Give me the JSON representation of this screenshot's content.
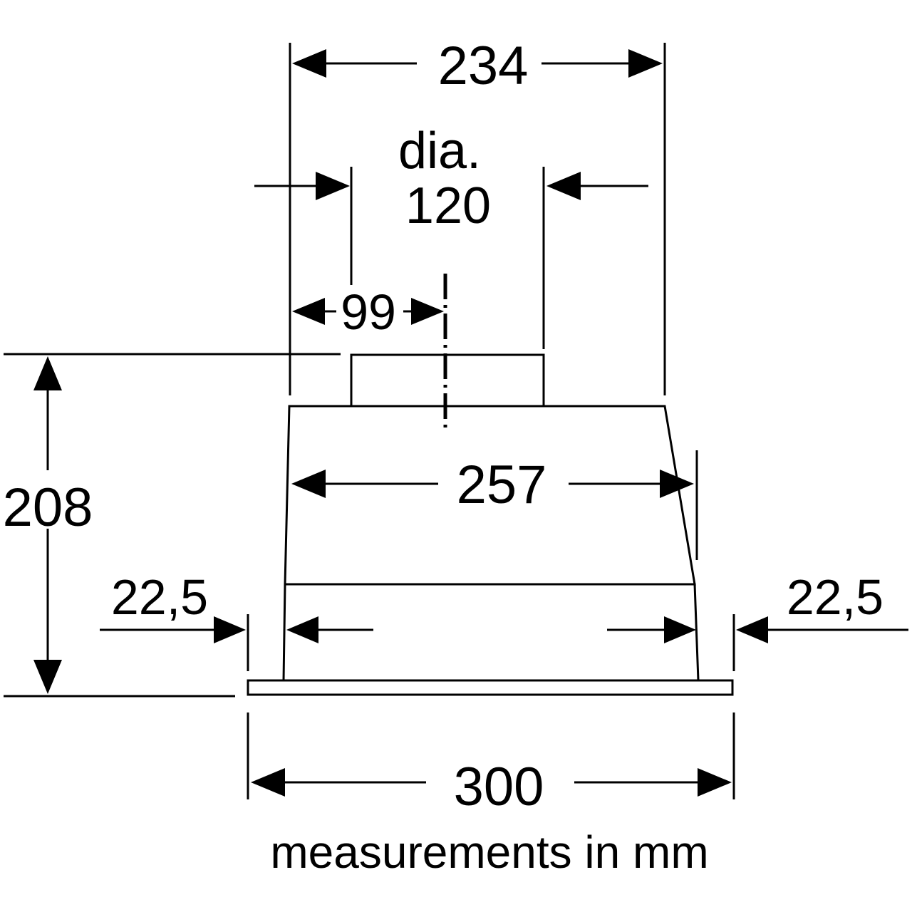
{
  "dimensions": {
    "top_width": "234",
    "dia_prefix": "dia.",
    "dia_value": "120",
    "offset": "99",
    "body_width": "257",
    "height": "208",
    "left_inset": "22,5",
    "right_inset": "22,5",
    "total_width": "300"
  },
  "caption": "measurements in mm",
  "colors": {
    "line": "#000000",
    "background": "#ffffff"
  }
}
